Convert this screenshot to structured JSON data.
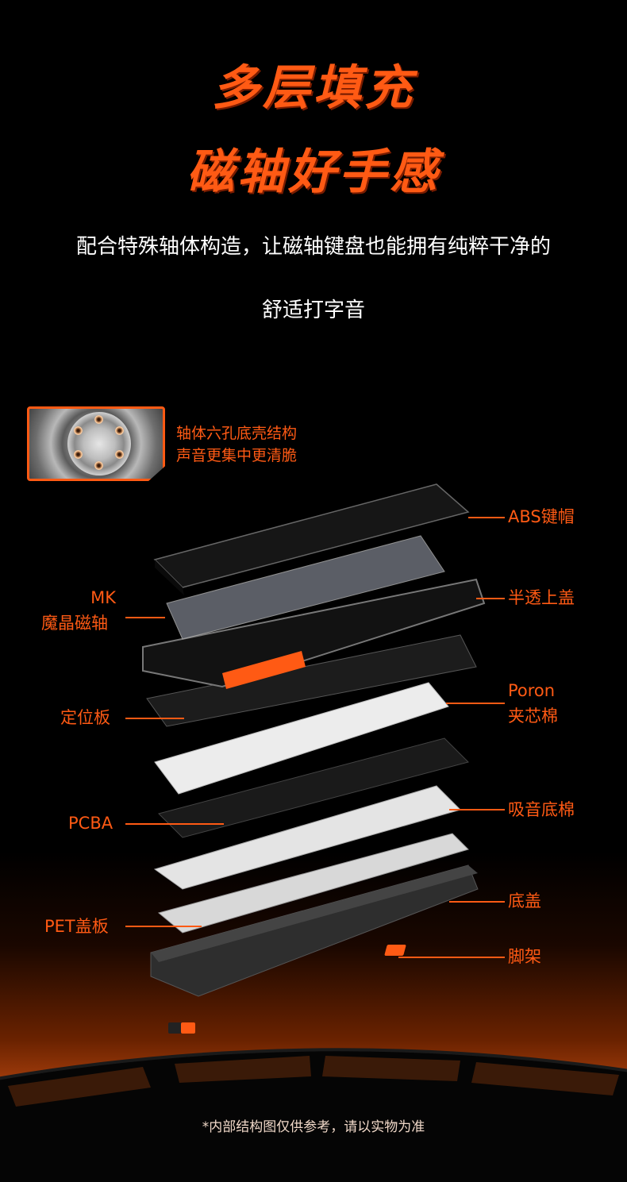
{
  "header": {
    "title_line1": "多层填充",
    "title_line2": "磁轴好手感",
    "subtitle_line1": "配合特殊轴体构造，让磁轴键盘也能拥有纯粹干净的",
    "subtitle_line2": "舒适打字音"
  },
  "inset": {
    "caption_line1": "轴体六孔底壳结构",
    "caption_line2": "声音更集中更清脆"
  },
  "labels": {
    "abs_keycaps": "ABS键帽",
    "mk_line1": "MK",
    "mk_line2": "魔晶磁轴",
    "translucent_cover": "半透上盖",
    "plate": "定位板",
    "poron_line1": "Poron",
    "poron_line2": "夹芯棉",
    "pcba": "PCBA",
    "sound_foam": "吸音底棉",
    "bottom_case": "底盖",
    "pet_cover": "PET盖板",
    "feet": "脚架"
  },
  "footer": {
    "note": "*内部结构图仅供参考，请以实物为准"
  },
  "colors": {
    "accent": "#ff5a14",
    "background": "#000000"
  }
}
